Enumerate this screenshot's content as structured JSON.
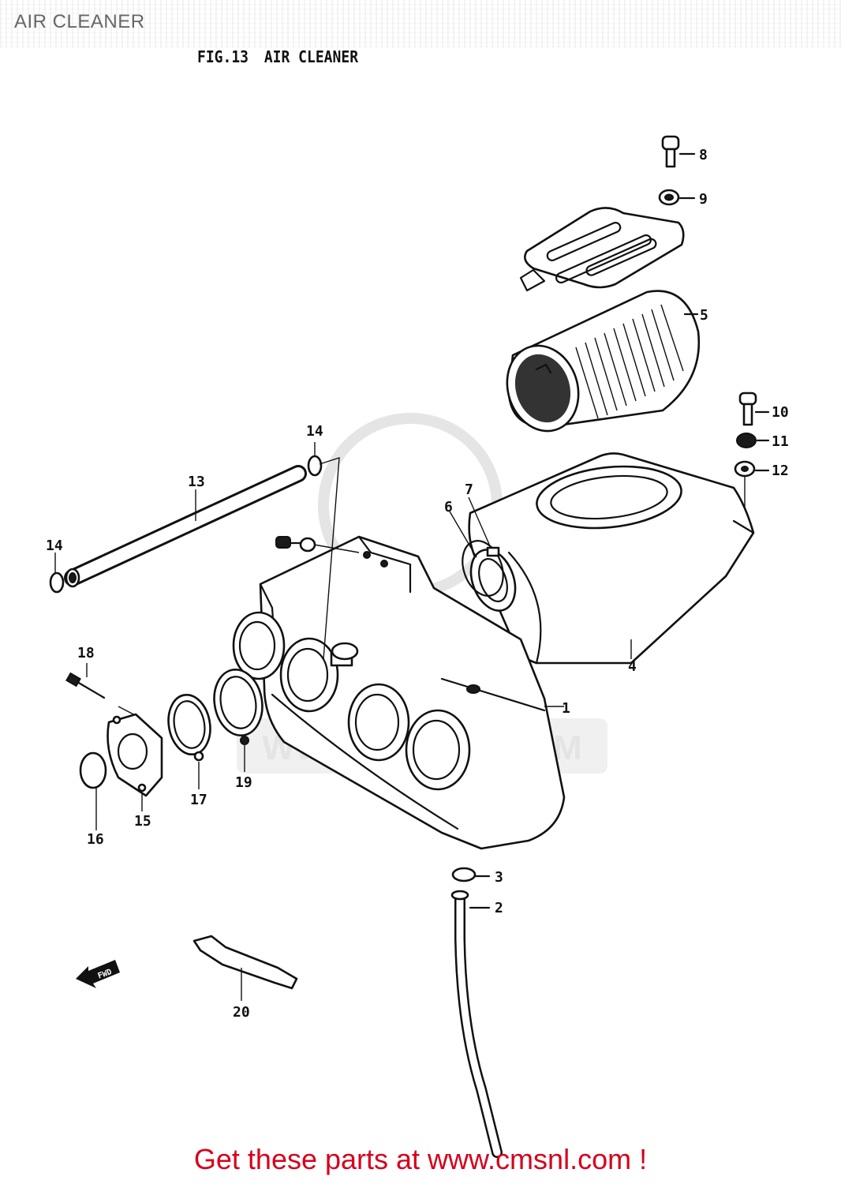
{
  "header": {
    "title": "AIR CLEANER"
  },
  "figure": {
    "number": "FIG.13",
    "title": "AIR CLEANER"
  },
  "watermark": {
    "text": "WWW.CMSNL.COM"
  },
  "direction_tag": "FWD",
  "callouts": [
    {
      "id": "1",
      "text": "1"
    },
    {
      "id": "2",
      "text": "2"
    },
    {
      "id": "3",
      "text": "3"
    },
    {
      "id": "4",
      "text": "4"
    },
    {
      "id": "5",
      "text": "5"
    },
    {
      "id": "6",
      "text": "6"
    },
    {
      "id": "7",
      "text": "7"
    },
    {
      "id": "8",
      "text": "8"
    },
    {
      "id": "9",
      "text": "9"
    },
    {
      "id": "10",
      "text": "10"
    },
    {
      "id": "11",
      "text": "11"
    },
    {
      "id": "12",
      "text": "12"
    },
    {
      "id": "13",
      "text": "13"
    },
    {
      "id": "14a",
      "text": "14"
    },
    {
      "id": "14b",
      "text": "14"
    },
    {
      "id": "15",
      "text": "15"
    },
    {
      "id": "16",
      "text": "16"
    },
    {
      "id": "17",
      "text": "17"
    },
    {
      "id": "18",
      "text": "18"
    },
    {
      "id": "19",
      "text": "19"
    },
    {
      "id": "20",
      "text": "20"
    }
  ],
  "footer": {
    "cta": "Get these parts at www.cmsnl.com !"
  }
}
